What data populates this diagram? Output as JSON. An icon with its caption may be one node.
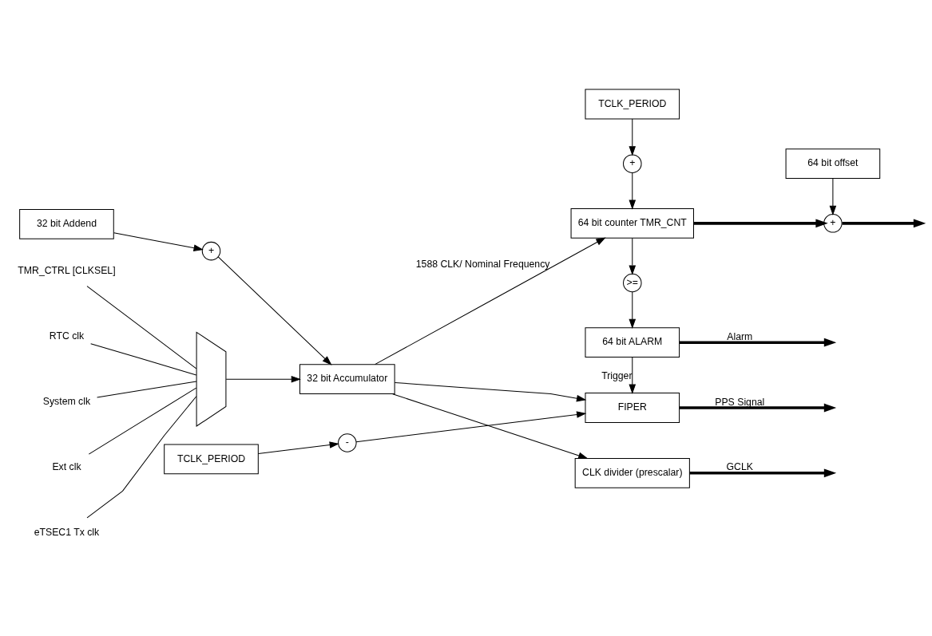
{
  "diagram": {
    "nodes": [
      {
        "text": [
          "TMR_CTRL [CLKSEL]"
        ]
      },
      {
        "text": [
          "RTC clk"
        ]
      },
      {
        "text": [
          "System clk"
        ]
      },
      {
        "text": [
          "Ext clk"
        ]
      },
      {
        "text": [
          "eTSEC1 Tx clk"
        ]
      },
      {
        "text": [],
        "shape": "trapezium"
      },
      {
        "text": [
          "32 bit Accumulator"
        ]
      },
      {
        "text": [
          "+"
        ]
      },
      {
        "text": [
          "32 bit Addend"
        ]
      },
      {
        "text": [
          "TCLK_PERIOD"
        ]
      },
      {
        "text": [
          "+"
        ]
      },
      {
        "text": [
          "64 bit offset"
        ]
      },
      {
        "text": [
          "64 bit counter TMR_CNT"
        ]
      },
      {
        "text": [
          "+"
        ]
      },
      {
        "text": [
          ">="
        ]
      },
      {
        "text": [
          "64 bit ALARM"
        ]
      },
      {
        "text": [
          "FIPER"
        ]
      },
      {
        "text": [
          "-"
        ]
      },
      {
        "text": [
          "TCLK_PERIOD"
        ]
      },
      {
        "text": [
          "CLK divider (prescalar)"
        ]
      }
    ],
    "edges": [
      {
        "from": 0,
        "to": 5,
        "arrow": "none"
      },
      {
        "from": 1,
        "to": 5,
        "arrow": "none"
      },
      {
        "from": 2,
        "to": 5,
        "arrow": "none"
      },
      {
        "from": 3,
        "to": 5,
        "arrow": "none"
      },
      {
        "from": 4,
        "to": 5,
        "arrow": "none"
      },
      {
        "from": 5,
        "to": 6,
        "arrow": "to"
      },
      {
        "from": 8,
        "to": 7,
        "arrow": "to"
      },
      {
        "from": 7,
        "to": 6,
        "arrow": "to"
      },
      {
        "from": 9,
        "to": 10,
        "arrow": "to"
      },
      {
        "from": 10,
        "to": 12,
        "arrow": "to"
      },
      {
        "from": 6,
        "to": 12,
        "arrow": "to",
        "label": "1588 CLK/ Nominal Frequency"
      },
      {
        "from": 6,
        "to": 16,
        "arrow": "to"
      },
      {
        "from": 6,
        "to": 19,
        "arrow": "to"
      },
      {
        "from": 12,
        "to": 13,
        "arrow": "to",
        "style": "thick"
      },
      {
        "from": 11,
        "to": 13,
        "arrow": "to"
      },
      {
        "from": 13,
        "to": null,
        "arrow": "to",
        "style": "thick"
      },
      {
        "from": 12,
        "to": 14,
        "arrow": "to"
      },
      {
        "from": 14,
        "to": 15,
        "arrow": "to"
      },
      {
        "from": 15,
        "to": null,
        "arrow": "to",
        "label": "Alarm",
        "style": "thick"
      },
      {
        "from": 15,
        "to": 16,
        "arrow": "to",
        "label": "Trigger"
      },
      {
        "from": 18,
        "to": 17,
        "arrow": "to"
      },
      {
        "from": 17,
        "to": 16,
        "arrow": "to"
      },
      {
        "from": 16,
        "to": null,
        "arrow": "to",
        "label": "PPS Signal",
        "style": "thick"
      },
      {
        "from": 19,
        "to": null,
        "arrow": "to",
        "label": "GCLK",
        "style": "thick"
      }
    ]
  }
}
